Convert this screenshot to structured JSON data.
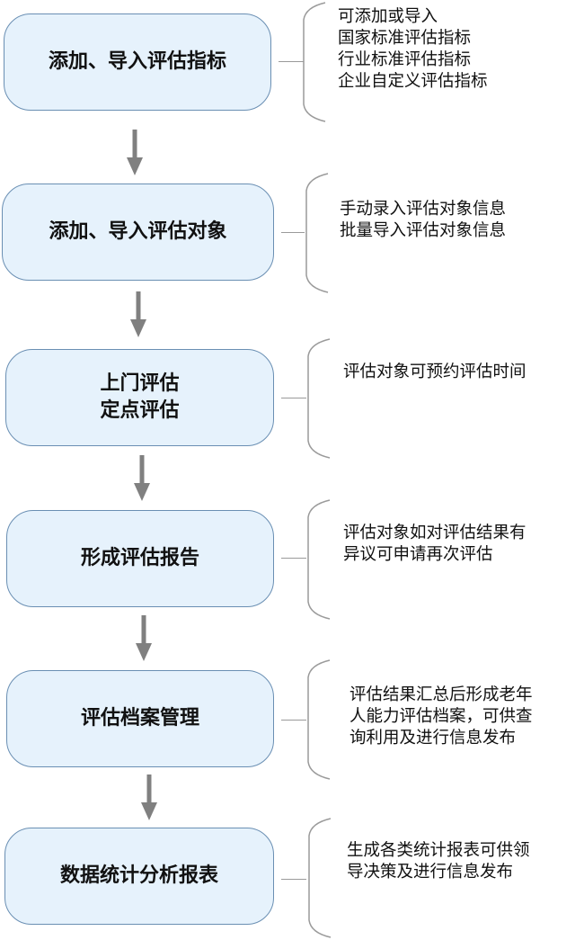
{
  "steps": [
    {
      "title": "添加、导入评估指标",
      "note": "可添加或导入\n国家标准评估指标\n行业标准评估指标\n企业自定义评估指标"
    },
    {
      "title": "添加、导入评估对象",
      "note": "手动录入评估对象信息\n批量导入评估对象信息"
    },
    {
      "title": "上门评估\n定点评估",
      "note": "评估对象可预约评估时间"
    },
    {
      "title": "形成评估报告",
      "note": "评估对象如对评估结果有\n异议可申请再次评估"
    },
    {
      "title": "评估档案管理",
      "note": "评估结果汇总后形成老年\n人能力评估档案，可供查\n询利用及进行信息发布"
    },
    {
      "title": "数据统计分析报表",
      "note": "生成各类统计报表可供领\n导决策及进行信息发布"
    }
  ],
  "colors": {
    "box_fill": "#e6f2fc",
    "box_border": "#6a8fb3",
    "arrow": "#808080",
    "bracket": "#9a9a9a"
  }
}
